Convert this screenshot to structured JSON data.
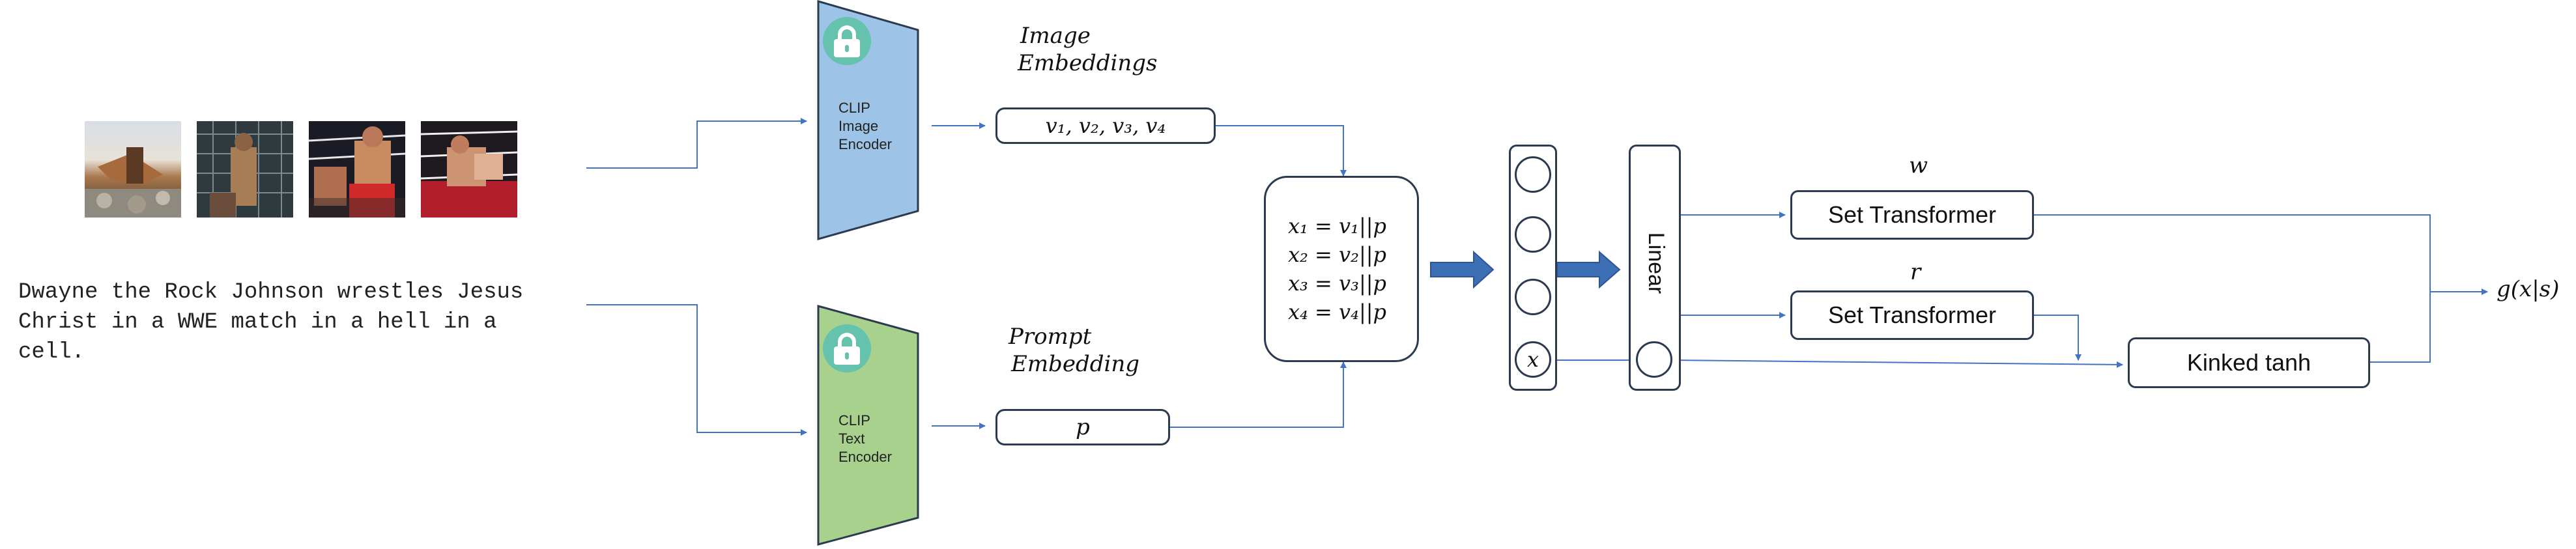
{
  "prompt": {
    "line1": "Dwayne the Rock Johnson wrestles Jesus",
    "line2": "Christ in a WWE match in a hell in a",
    "line3": "cell."
  },
  "image_encoder": {
    "line1": "CLIP",
    "line2": "Image",
    "line3": "Encoder",
    "color": "#9dc3e6"
  },
  "text_encoder": {
    "line1": "CLIP",
    "line2": "Text",
    "line3": "Encoder",
    "color": "#a9d18e"
  },
  "image_embeddings": {
    "caption_line1": "Image",
    "caption_line2": "Embeddings",
    "value": "v₁, v₂, v₃, v₄"
  },
  "prompt_embedding": {
    "caption_line1": "Prompt",
    "caption_line2": "Embedding",
    "value": "p"
  },
  "concat": {
    "lines": [
      "x₁ = v₁||p",
      "x₂ = v₂||p",
      "x₃ = v₃||p",
      "x₄ = v₄||p"
    ]
  },
  "set_node_label": "x",
  "linear_label": "Linear",
  "set_transformer_w": {
    "label": "Set Transformer",
    "symbol": "w"
  },
  "set_transformer_r": {
    "label": "Set Transformer",
    "symbol": "r"
  },
  "kinked_tanh_label": "Kinked tanh",
  "output_label": "g(x|s)",
  "colors": {
    "arrow": "#4472c4",
    "block_arrow": "#3d6fb5",
    "border": "#2b3a4f",
    "lock": "#64c2ad"
  }
}
